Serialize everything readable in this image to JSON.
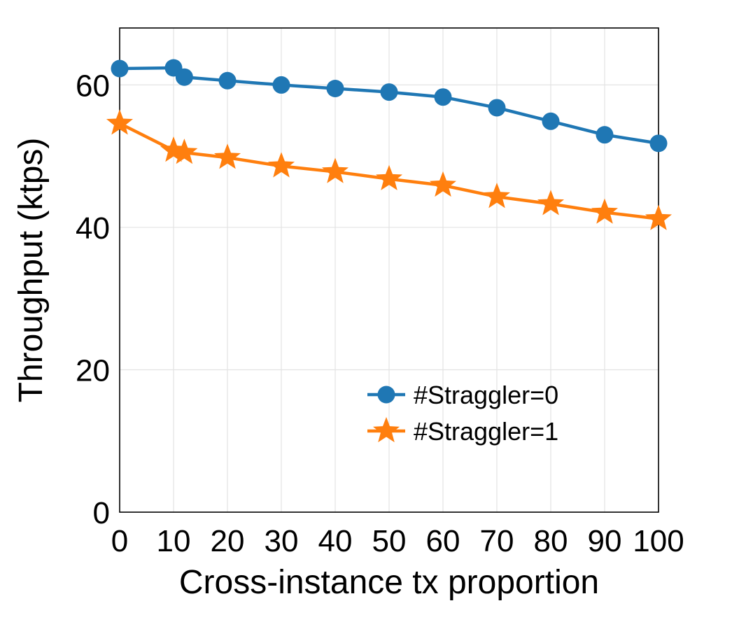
{
  "chart_data": {
    "type": "line",
    "xlabel": "Cross-instance tx proportion",
    "ylabel": "Throughput (ktps)",
    "xlim": [
      0,
      100
    ],
    "ylim": [
      0,
      68
    ],
    "xticks": [
      0,
      10,
      20,
      30,
      40,
      50,
      60,
      70,
      80,
      90,
      100
    ],
    "yticks": [
      0,
      20,
      40,
      60
    ],
    "grid": true,
    "legend_position": "lower-right",
    "series": [
      {
        "name": "#Straggler=0",
        "color": "#1f77b4",
        "marker": "circle",
        "x": [
          0,
          10,
          12,
          20,
          30,
          40,
          50,
          60,
          70,
          80,
          90,
          100
        ],
        "y": [
          62.3,
          62.4,
          61.1,
          60.6,
          60.0,
          59.5,
          59.0,
          58.3,
          56.8,
          54.9,
          53.0,
          51.8
        ]
      },
      {
        "name": "#Straggler=1",
        "color": "#ff7f0e",
        "marker": "star",
        "x": [
          0,
          10,
          12,
          20,
          30,
          40,
          50,
          60,
          70,
          80,
          90,
          100
        ],
        "y": [
          54.6,
          50.8,
          50.5,
          49.8,
          48.6,
          47.8,
          46.8,
          45.9,
          44.3,
          43.3,
          42.1,
          41.2
        ]
      }
    ]
  }
}
